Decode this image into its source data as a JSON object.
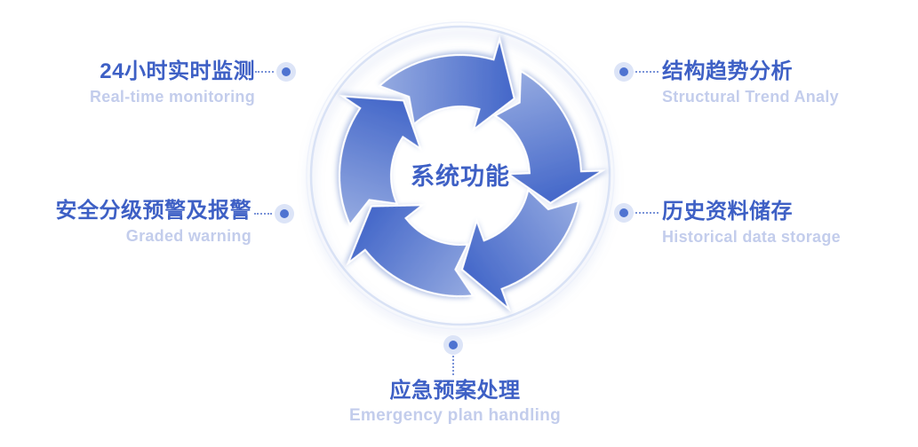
{
  "center": {
    "title": "系统功能"
  },
  "items": [
    {
      "zh": "24小时实时监测",
      "en": "Real-time monitoring",
      "position": "top-left"
    },
    {
      "zh": "结构趋势分析",
      "en": "Structural Trend Analy",
      "position": "top-right"
    },
    {
      "zh": "安全分级预警及报警",
      "en": "Graded warning",
      "position": "middle-left"
    },
    {
      "zh": "历史资料储存",
      "en": "Historical data storage",
      "position": "middle-right"
    },
    {
      "zh": "应急预案处理",
      "en": "Emergency plan handling",
      "position": "bottom"
    }
  ],
  "colors": {
    "zh-text": "#3e60c5",
    "en-text": "#c3cdec",
    "arrow-light": "#9db1e3",
    "arrow-dark": "#4064c8",
    "ring": "#d9e2f5",
    "bullet-outer": "#dce4f7",
    "bullet-inner": "#4e73d1",
    "connector": "#7a93d8"
  }
}
